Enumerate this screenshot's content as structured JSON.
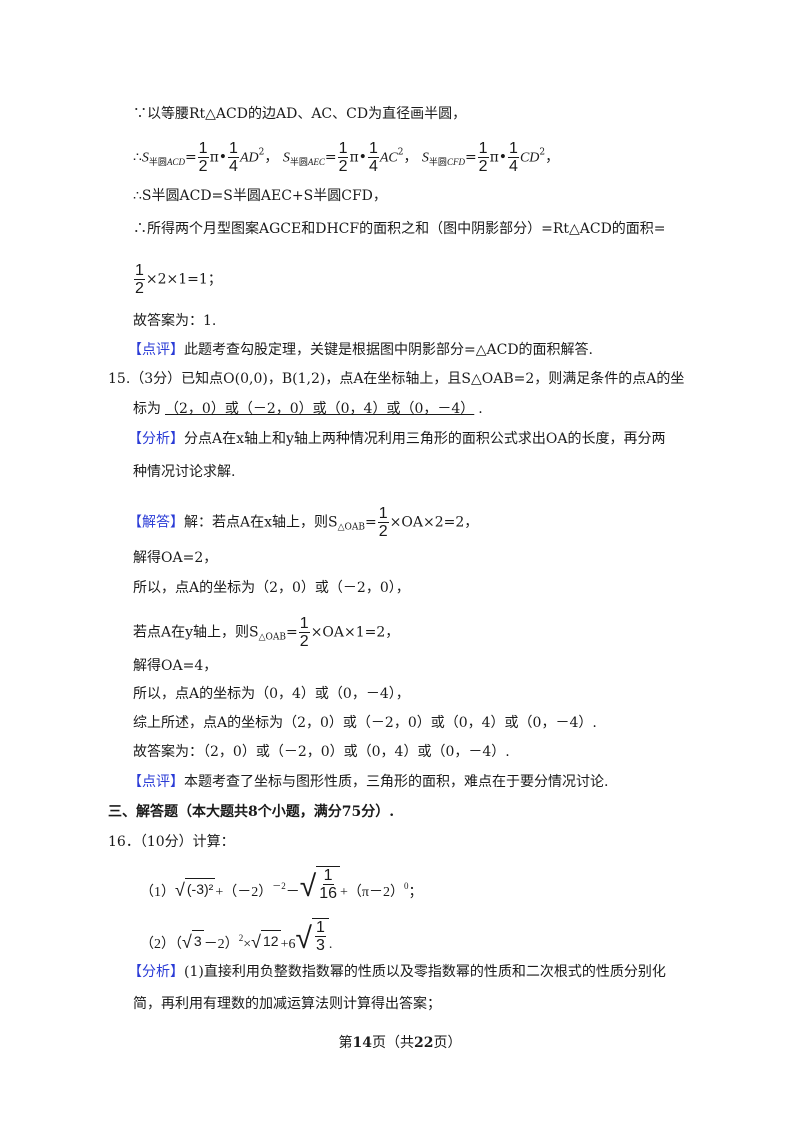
{
  "page": {
    "current": "14",
    "total": "22",
    "footer_prefix": "第",
    "footer_mid": "页（共",
    "footer_suffix": "页）"
  },
  "colors": {
    "tag": "#2a3bd6",
    "text": "#1a1a1a"
  },
  "q14_tail": {
    "l1": "∵以等腰Rt△ACD的边AD、AC、CD为直径画半圆，",
    "l2_prefix": "∴S",
    "semicircle": "半圆",
    "acd": "ACD",
    "aec": "AEC",
    "cfd": "CFD",
    "ad": "AD",
    "ac": "AC",
    "cd": "CD",
    "pi_dot": "π•",
    "l3": "∴S半圆ACD=S半圆AEC+S半圆CFD，",
    "l4": "∴所得两个月型图案AGCE和DHCF的面积之和（图中阴影部分）=Rt△ACD的面积=",
    "l5_tail": "×2×1=1；",
    "answer": "故答案为：1.",
    "comment_tag": "【点评】",
    "comment": "此题考查勾股定理，关键是根据图中阴影部分=△ACD的面积解答."
  },
  "q15": {
    "stem": "15.（3分）已知点O(0,0)，B(1,2)，点A在坐标轴上，且S△OAB=2，则满足条件的点A的坐",
    "stem2_prefix": "标为",
    "blank": "（2，0）或（－2，0）或（0，4）或（0，－4）",
    "analysis_tag": "【分析】",
    "analysis1": "分点A在x轴上和y轴上两种情况利用三角形的面积公式求出OA的长度，再分两",
    "analysis2": "种情况讨论求解.",
    "solution_tag": "【解答】",
    "sol1_prefix": "解：若点A在x轴上，则S",
    "sol1_sub": "△OAB",
    "sol1_tail": "×OA×2=2，",
    "sol2": "解得OA=2，",
    "sol3": "所以，点A的坐标为（2，0）或（－2，0），",
    "sol4_prefix": "若点A在y轴上，则S",
    "sol4_tail": "×OA×1=2，",
    "sol5": "解得OA=4，",
    "sol6": "所以，点A的坐标为（0，4）或（0，－4），",
    "sol7": "综上所述，点A的坐标为（2，0）或（－2，0）或（0，4）或（0，－4）.",
    "answer": "故答案为：（2，0）或（－2，0）或（0，4）或（0，－4）.",
    "comment_tag": "【点评】",
    "comment": "本题考查了坐标与图形性质，三角形的面积，难点在于要分情况讨论."
  },
  "section3": {
    "title": "三、解答题（本大题共8个小题，满分75分）."
  },
  "q16": {
    "stem": "16．（10分）计算：",
    "p1_label": "（1）",
    "p1_rad": "(-3)²",
    "p1_mid": "+（－2）",
    "p1_exp": "－2",
    "p1_minus": "－",
    "p1_frac_num": "1",
    "p1_frac_den": "16",
    "p1_tail": "+（π－2）",
    "p1_exp0": "0",
    "p1_end": "；",
    "p2_label": "（2）（",
    "p2_rad3": "3",
    "p2_mid": "－2）",
    "p2_exp": "2",
    "p2_times": "×",
    "p2_rad12": "12",
    "p2_plus6": "+6",
    "p2_frac_num": "1",
    "p2_frac_den": "3",
    "p2_end": ".",
    "analysis_tag": "【分析】",
    "analysis1": "(1)直接利用负整数指数幂的性质以及零指数幂的性质和二次根式的性质分别化",
    "analysis2": "简，再利用有理数的加减运算法则计算得出答案；"
  },
  "frac_half": {
    "num": "1",
    "den": "2"
  },
  "frac_quarter": {
    "num": "1",
    "den": "4"
  }
}
